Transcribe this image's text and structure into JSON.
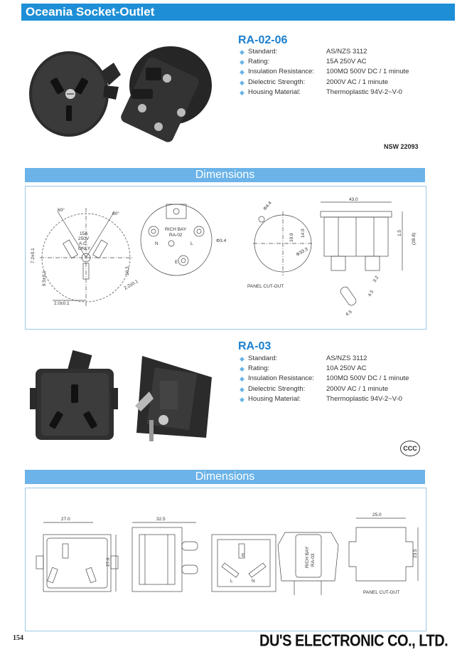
{
  "header": {
    "title": "Oceania Socket-Outlet"
  },
  "products": [
    {
      "model": "RA-02-06",
      "specs": [
        {
          "label": "Standard:",
          "value": "AS/NZS 3112"
        },
        {
          "label": "Rating:",
          "value": "15A 250V AC"
        },
        {
          "label": "Insulation Resistance:",
          "value": "100MΩ 500V DC / 1 minute"
        },
        {
          "label": "Dielectric Strength:",
          "value": "2000V AC / 1 minute"
        },
        {
          "label": "Housing Material:",
          "value": "Thermoplastic 94V-2~V-0"
        }
      ],
      "approval": "NSW 22093"
    },
    {
      "model": "RA-03",
      "specs": [
        {
          "label": "Standard:",
          "value": "AS/NZS 3112"
        },
        {
          "label": "Rating:",
          "value": "10A 250V AC"
        },
        {
          "label": "Insulation Resistance:",
          "value": "100MΩ 500V DC / 1 minute"
        },
        {
          "label": "Dielectric Strength:",
          "value": "2000V AC / 1 minute"
        },
        {
          "label": "Housing Material:",
          "value": "Thermoplastic 94V-2~V-0"
        }
      ],
      "approval_mark": "CCC"
    }
  ],
  "dimensions_title": "Dimensions",
  "drawing1": {
    "angle_left": "60°",
    "angle_right": "60°",
    "front_text": [
      "15A",
      "250V",
      "A.C.",
      "ONLY"
    ],
    "dim_72": "7.2±0.1",
    "dim_95": "9.5±0.1",
    "dim_20": "2.0±0.1",
    "dim_103": "10.3",
    "dim_22": "2.2±0.1",
    "rear_text": [
      "RICH BAY",
      "RA-02"
    ],
    "rear_n": "N",
    "rear_l": "L",
    "rear_e": "E",
    "dim_34": "Φ3.4",
    "dim_44": "Φ4.4",
    "dim_109": "10.9",
    "dim_140": "14.0",
    "dim_333": "Φ33.3",
    "panel": "PANEL CUT-OUT",
    "dim_430": "43.0",
    "dim_15": "1.5",
    "dim_288": "(28.8)",
    "dim_32": "3.2",
    "dim_45a": "4.5",
    "dim_45b": "4.5"
  },
  "drawing2": {
    "dim_270a": "27.0",
    "dim_270b": "27.0",
    "dim_325": "32.5",
    "rear_e": "E",
    "rear_l": "L",
    "rear_n": "N",
    "side_text": [
      "RICH BAY",
      "RA-03"
    ],
    "dim_250": "25.0",
    "dim_235": "23.5",
    "panel": "PANEL CUT-OUT"
  },
  "footer": {
    "page": "154",
    "company": "DU'S ELECTRONIC CO., LTD."
  }
}
